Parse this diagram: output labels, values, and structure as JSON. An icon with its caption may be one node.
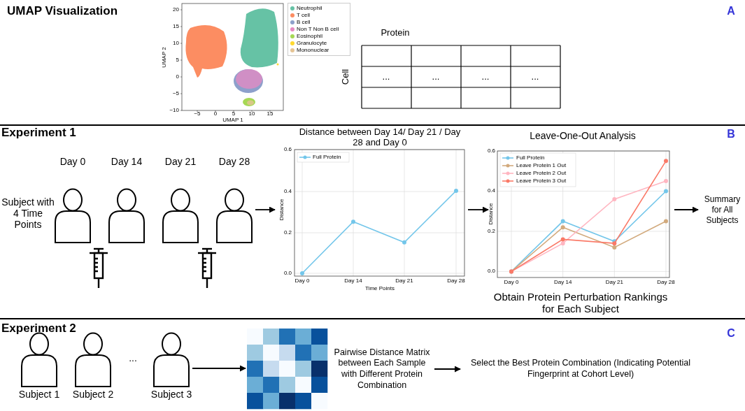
{
  "diagram": {
    "nodes": [
      {
        "text": [],
        "shape": "person",
        "beside": [
          "Day 0"
        ]
      },
      {
        "text": [],
        "shape": "person",
        "beside": [
          "Day 14"
        ]
      },
      {
        "text": [],
        "shape": "person",
        "beside": [
          "Day 21"
        ]
      },
      {
        "text": [],
        "shape": "person",
        "beside": [
          "Day 28"
        ]
      },
      {
        "text": [
          "Distance between Day 14/ Day 21 / Day 28 and Day 0"
        ]
      },
      {
        "text": [
          "Obtain Protein Perturbation Rankings for Each Subject"
        ]
      },
      {
        "text": [
          "Summary for All Subjects"
        ]
      },
      {
        "text": [],
        "shape": "person",
        "beside": [
          "Subject 1"
        ]
      },
      {
        "text": [],
        "shape": "person",
        "beside": [
          "Subject 2"
        ]
      },
      {
        "text": [],
        "shape": "person",
        "beside": [
          "Subject 3"
        ]
      },
      {
        "text": [],
        "shape": "picture"
      },
      {
        "text": [
          "Pairwise Distance Matrix between Each Sample with Different Protein Combination"
        ]
      },
      {
        "text": [
          "Select the Best Protein Combination (Indicating Potential Fingerprint at Cohort Level)"
        ]
      }
    ],
    "edges": [
      {
        "from": 3,
        "to": 4,
        "arrow": "to"
      },
      {
        "from": 4,
        "to": 5,
        "arrow": "to"
      },
      {
        "from": 5,
        "to": 6,
        "arrow": "to"
      },
      {
        "from": 9,
        "to": 10,
        "arrow": "to"
      },
      {
        "from": 11,
        "to": 12,
        "arrow": "to"
      }
    ],
    "labels": [
      "UMAP Visualization",
      "A",
      "20",
      "15",
      "10",
      "5",
      "0",
      "−5",
      "−10",
      "UMAP 2",
      "−5",
      "0",
      "5",
      "10",
      "15",
      "UMAP 1",
      "Protein",
      "Cell",
      "...",
      "...",
      "...",
      "...",
      "Experiment 1",
      "B",
      "Subject with 4 Time Points",
      "0.6",
      "0.4",
      "0.2",
      "0.0",
      "Distance",
      "Full Protein",
      "Day 0",
      "Day 14",
      "Day 21",
      "Day 28",
      "Time Points",
      "Experiment 2",
      "C",
      "..."
    ],
    "legend": [
      {
        "text": "Neutrophil",
        "color": "#66c2a5"
      },
      {
        "text": "T cell",
        "color": "#fc8d62"
      },
      {
        "text": "B cell",
        "color": "#8da0cb"
      },
      {
        "text": "Non T Non B cell",
        "color": "#e78ac3"
      },
      {
        "text": "Eosinophil",
        "color": "#a6d854"
      },
      {
        "text": "Granulocyte",
        "color": "#ffd92f"
      },
      {
        "text": "Mononuclear",
        "color": "#e5c494"
      }
    ],
    "chart_data": {
      "type": "line",
      "title": "Leave-One-Out Analysis",
      "ylabel": "Distance",
      "categories": [
        "Day 0",
        "Day 14",
        "Day 21",
        "Day 28"
      ],
      "series": [
        {
          "name": "Full Protein",
          "color": "#73c6ea",
          "marker": "circle",
          "values": [
            0,
            0.25,
            0.15,
            0.4
          ]
        },
        {
          "name": "Leave Protein 1 Out",
          "color": "#d2aa7d",
          "marker": "circle",
          "values": [
            0,
            0.22,
            0.12,
            0.25
          ]
        },
        {
          "name": "Leave Protein 2 Out",
          "color": "#ffb6c1",
          "marker": "circle",
          "values": [
            0,
            0.14,
            0.36,
            0.45
          ]
        },
        {
          "name": "Leave Protein 3 Out",
          "color": "#fa7a68",
          "marker": "circle",
          "values": [
            0,
            0.16,
            0.14,
            0.55
          ]
        }
      ],
      "ylim": [
        -0.03,
        0.6
      ],
      "yticks": [
        {
          "value": 0,
          "label": "0.0"
        },
        {
          "value": 0.2,
          "label": "0.2"
        },
        {
          "value": 0.4,
          "label": "0.4"
        },
        {
          "value": 0.6,
          "label": "0.6"
        }
      ],
      "grid": true,
      "legend": true
    }
  }
}
